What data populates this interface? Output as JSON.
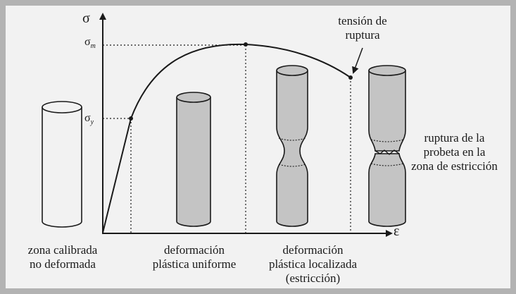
{
  "axes": {
    "y_symbol": "σ",
    "x_symbol": "ε",
    "sigma_m": "σm",
    "sigma_y": "σy"
  },
  "annotations": {
    "tension_ruptura_l1": "tensión de",
    "tension_ruptura_l2": "ruptura",
    "ruptura_probeta_l1": "ruptura de la",
    "ruptura_probeta_l2": "probeta en la",
    "ruptura_probeta_l3": "zona de estricción"
  },
  "stages": [
    {
      "line1": "zona calibrada",
      "line2": "no deformada",
      "line3": ""
    },
    {
      "line1": "deformación",
      "line2": "plástica uniforme",
      "line3": ""
    },
    {
      "line1": "deformación",
      "line2": "plástica localizada",
      "line3": "(estricción)"
    }
  ],
  "colors": {
    "frame": "#b3b3b3",
    "panel": "#f2f2f2",
    "specimen_fill_undeformed": "#f2f2f2",
    "specimen_fill_deformed": "#c4c4c4",
    "ink": "#1a1a1a"
  }
}
